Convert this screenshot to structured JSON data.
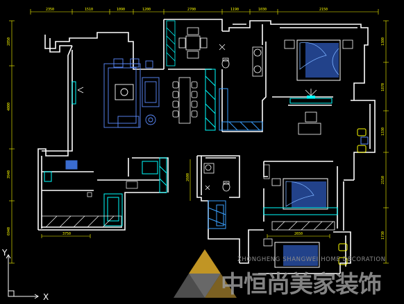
{
  "top_dims": [
    "2350",
    "1510",
    "1090",
    "1200",
    "2700",
    "1190",
    "1030",
    "2150"
  ],
  "left_dims": [
    "2850",
    "4000",
    "3940",
    "6940"
  ],
  "right_dims": [
    "1380",
    "1870",
    "1330",
    "2150",
    "1730"
  ],
  "inner_dims": [
    "3750",
    "2650",
    "2600"
  ],
  "axes": {
    "x": "X",
    "y": "Y"
  },
  "watermark": {
    "brand": "ZHONGHENG SHANGWEI HOME DECORATION",
    "chinese": "中恒尚美家装饰"
  },
  "colors": {
    "wall": "#ffffff",
    "dimension": "#ffff00",
    "furniture_cyan": "#00ffff",
    "furniture_blue": "#5c8cff",
    "wardrobe_blue": "#3aa0ff",
    "tan": "#c9a06a",
    "logo_gold": "#d6a528",
    "logo_gray": "#777777"
  }
}
